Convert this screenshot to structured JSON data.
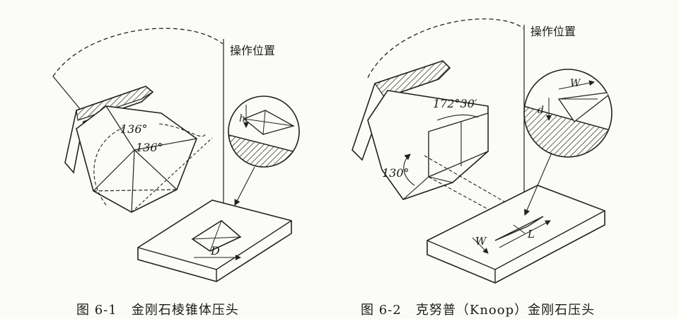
{
  "figure_left": {
    "operating_position_label": "操作位置",
    "angle_a": "136°",
    "angle_b": "136°",
    "dim_h": "h",
    "dim_d": "D",
    "caption_number": "图 6-1",
    "caption_title": "金刚石棱锥体压头"
  },
  "figure_right": {
    "operating_position_label": "操作位置",
    "angle_a": "172°30′",
    "angle_b": "130°",
    "dim_w_top": "W",
    "dim_d": "d",
    "dim_w": "W",
    "dim_l": "L",
    "caption_number": "图 6-2",
    "caption_title": "克努普（Knoop）金刚石压头"
  }
}
